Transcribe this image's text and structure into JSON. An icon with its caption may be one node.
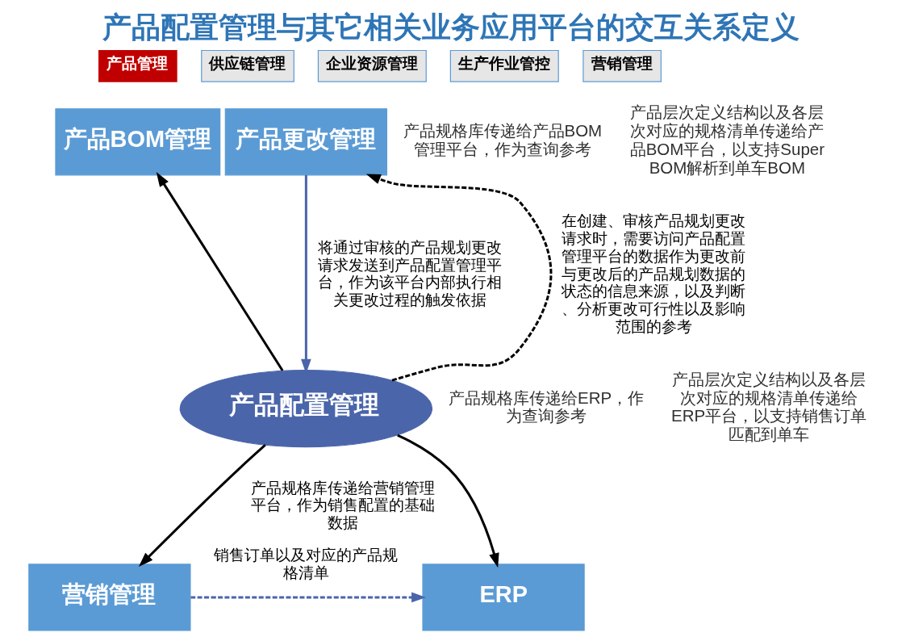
{
  "diagram": {
    "title": "产品配置管理与其它相关业务应用平台的交互关系定义",
    "nodes": [
      {
        "text": [
          "产品管理"
        ]
      },
      {
        "text": [
          "供应链管理"
        ]
      },
      {
        "text": [
          "企业资源管理"
        ]
      },
      {
        "text": [
          "生产作业管控"
        ]
      },
      {
        "text": [
          "营销管理"
        ]
      },
      {
        "text": [
          "产品BOM管理"
        ]
      },
      {
        "text": [
          "产品更改管理"
        ]
      },
      {
        "text": [
          "产品配置管理"
        ]
      },
      {
        "text": [
          "ERP"
        ]
      },
      {
        "text": [
          "营销管理"
        ]
      }
    ],
    "edges": [
      {
        "from": 6,
        "to": 7,
        "arrow": "to",
        "color": "#4a65aa",
        "label": "将通过审核的产品规划更改请求发送到产品配置管理平台，作为该平台内部执行相关更改过程的触发依据"
      },
      {
        "from": 7,
        "to": 5,
        "arrow": "to"
      },
      {
        "from": 7,
        "to": 6,
        "arrow": "to",
        "style": "dashed",
        "label": "在创建、审核产品规划更改请求时，需要访问产品配置管理平台的数据作为更改前与更改后的产品规划数据的状态的信息来源，以及判断、分析更改可行性以及影响范围的参考"
      },
      {
        "from": 7,
        "to": 8,
        "arrow": "to"
      },
      {
        "from": 7,
        "to": 9,
        "arrow": "to",
        "label": "产品规格库传递给营销管理平台，作为销售配置的基础数据"
      },
      {
        "from": 9,
        "to": 8,
        "arrow": "to",
        "style": "dashed",
        "color": "#4a65aa",
        "label": "销售订单以及对应的产品规格清单"
      }
    ],
    "labels": [
      "产品规格库传递给产品BOM管理平台，作为查询参考",
      "产品层次定义结构以及各层次对应的规格清单传递给产品BOM平台，以支持Super BOM解析到单车BOM",
      "产品规格库传递给ERP，作为查询参考",
      "产品层次定义结构以及各层次对应的规格清单传递给ERP平台，以支持销售订单匹配到单车"
    ]
  }
}
